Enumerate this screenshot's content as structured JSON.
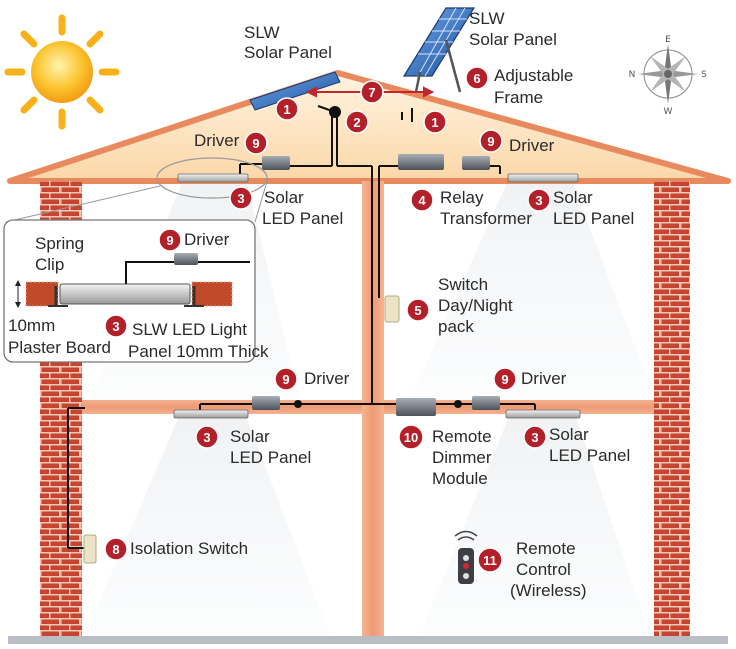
{
  "labels": {
    "panel_left_line1": "SLW",
    "panel_left_line2": "Solar Panel",
    "panel_right_line1": "SLW",
    "panel_right_line2": "Solar Panel",
    "frame_line1": "Adjustable",
    "frame_line2": "Frame",
    "driver_attic_left": "Driver",
    "driver_attic_right": "Driver",
    "solar_led_attic_left_line1": "Solar",
    "solar_led_attic_left_line2": "LED Panel",
    "relay_line1": "Relay",
    "relay_line2": "Transformer",
    "solar_led_attic_right_line1": "Solar",
    "solar_led_attic_right_line2": "LED Panel",
    "inset_spring_line1": "Spring",
    "inset_spring_line2": "Clip",
    "inset_driver": "Driver",
    "inset_plaster_line1": "10mm",
    "inset_plaster_line2": "Plaster Board",
    "inset_panel_line1": "SLW LED Light",
    "inset_panel_line2": "Panel 10mm Thick",
    "switch_line1": "Switch",
    "switch_line2": "Day/Night",
    "switch_line3": "pack",
    "driver_floor_left": "Driver",
    "driver_floor_right": "Driver",
    "solar_led_floor_left_line1": "Solar",
    "solar_led_floor_left_line2": "LED Panel",
    "dimmer_line1": "Remote",
    "dimmer_line2": "Dimmer",
    "dimmer_line3": "Module",
    "solar_led_floor_right_line1": "Solar",
    "solar_led_floor_right_line2": "LED Panel",
    "isolation": "Isolation Switch",
    "remote_line1": "Remote",
    "remote_line2": "Control",
    "remote_line3": "(Wireless)"
  },
  "badges": {
    "b1a": "1",
    "b1b": "1",
    "b2": "2",
    "b3a": "3",
    "b3b": "3",
    "b3c": "3",
    "b3d": "3",
    "b3e": "3",
    "b4": "4",
    "b5": "5",
    "b6": "6",
    "b7": "7",
    "b8": "8",
    "b9a": "9",
    "b9b": "9",
    "b9c": "9",
    "b9d": "9",
    "b9e": "9",
    "b10": "10",
    "b11": "11"
  },
  "compass": {
    "n": "N",
    "e": "E",
    "s": "S",
    "w": "W"
  },
  "colors": {
    "badge": "#b3202a",
    "roof_fill": "#fde3bf",
    "roof_edge": "#e98a5e",
    "brick": "#c9402c",
    "beam": "#f0a27e",
    "wire": "#111111",
    "sun": "#f7b21b"
  }
}
